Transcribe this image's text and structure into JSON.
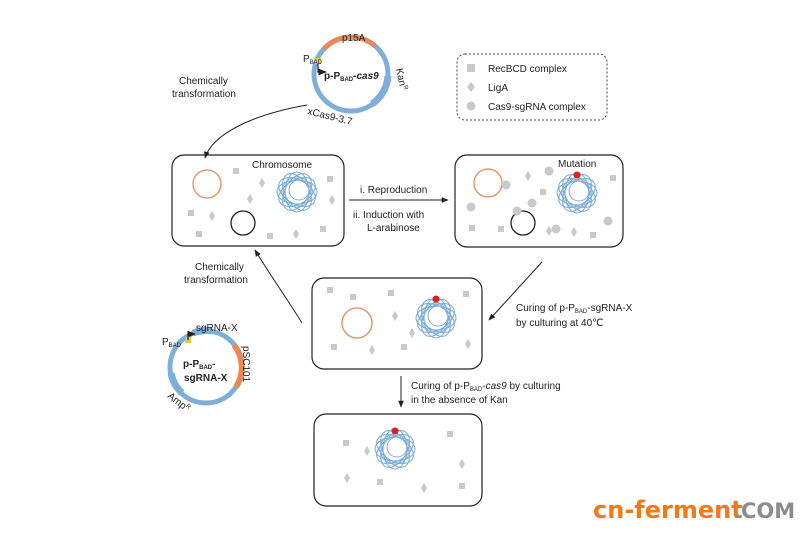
{
  "plasmid1": {
    "name_prefix": "p-P",
    "name_sub": "BAD",
    "name_suffix": "-cas9",
    "promoter_main": "P",
    "promoter_sub": "BAD",
    "ori": "p15A",
    "marker_main": "Kan",
    "marker_sup": "R",
    "gene": "xCas9-3.7"
  },
  "plasmid2": {
    "name_line1_prefix": "p-P",
    "name_line1_sub": "BAD",
    "name_line1_suffix": "-",
    "name_line2": "sgRNA-X",
    "promoter_main": "P",
    "promoter_sub": "BAD",
    "gene": "sgRNA-X",
    "ori": "pSC101",
    "marker_main": "Amp",
    "marker_sup": "R"
  },
  "legend": {
    "items": [
      {
        "label": "RecBCD complex",
        "shape": "square"
      },
      {
        "label": "LigA",
        "shape": "diamond"
      },
      {
        "label": "Cas9-sgRNA complex",
        "shape": "circle"
      }
    ]
  },
  "labels": {
    "chem_transform_top_1": "Chemically",
    "chem_transform_top_2": "transformation",
    "chem_transform_mid_1": "Chemically",
    "chem_transform_mid_2": "transformation",
    "chromosome": "Chromosome",
    "mutation": "Mutation",
    "step_reproduction": "i. Reproduction",
    "step_induction_1": "ii. Induction with",
    "step_induction_2": "L-arabinose",
    "curing1_prefix": "Curing of p-P",
    "curing1_sub": "BAD",
    "curing1_suffix": "-sgRNA-X",
    "curing1_line2": "by culturing at 40℃",
    "curing2_prefix": "Curing of p-P",
    "curing2_sub": "BAD",
    "curing2_suffix": "-cas9",
    "curing2_suffix_sep": " by culturing",
    "curing2_line2": "in the absence of Kan"
  },
  "colors": {
    "orange": "#E8895A",
    "blue": "#7FAED6",
    "gray": "#C9C9C9",
    "mutation": "#E02020",
    "watermark_orange": "#F07A1A",
    "watermark_gray": "#8C8C8C"
  },
  "watermark": {
    "brand": "cn-ferment",
    "tld": ".COM"
  }
}
